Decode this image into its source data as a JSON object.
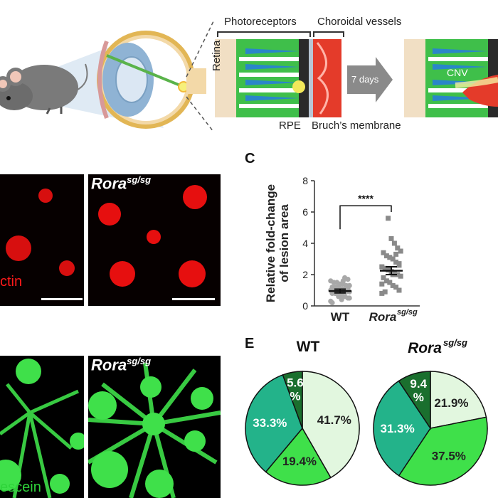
{
  "panel_a": {
    "labels": {
      "photoreceptors": "Photoreceptors",
      "choroidal_vessels": "Choroidal vessels",
      "retina": "Retina",
      "rpe": "RPE",
      "bruchs": "Bruch’s membrane",
      "arrow": "7 days",
      "cnv": "CNV"
    }
  },
  "panel_b": {
    "top_right_title_base": "Rora",
    "top_right_title_sup": "sg/sg",
    "stain_label": "ctin"
  },
  "panel_c": {
    "letter": "C",
    "chart_data": {
      "type": "scatter",
      "ylabel_line1": "Relative fold-change",
      "ylabel_line2": "of lesion area",
      "ylim": [
        0,
        8
      ],
      "yticks": [
        "0",
        "2",
        "4",
        "6",
        "8"
      ],
      "categories": [
        "WT",
        "Rora"
      ],
      "category2_sup": "sg/sg",
      "significance": "****",
      "series": [
        {
          "category": "WT",
          "mean": 0.95,
          "sem": 0.12,
          "values": [
            0.3,
            0.5,
            0.6,
            0.7,
            0.7,
            0.8,
            0.8,
            0.9,
            0.9,
            0.9,
            1.0,
            1.0,
            1.0,
            1.0,
            1.1,
            1.1,
            1.1,
            1.2,
            1.2,
            1.2,
            1.3,
            1.3,
            1.4,
            1.4,
            1.5,
            1.5,
            1.6,
            1.7,
            1.8,
            0.4,
            0.6,
            0.8,
            0.2,
            0.5,
            0.9,
            1.6
          ]
        },
        {
          "category": "Rora",
          "mean": 2.25,
          "sem": 0.25,
          "values": [
            0.8,
            1.0,
            1.2,
            1.3,
            1.5,
            1.6,
            1.8,
            1.9,
            2.0,
            2.1,
            2.2,
            2.3,
            2.4,
            2.5,
            2.6,
            2.8,
            3.0,
            3.1,
            3.2,
            3.4,
            3.5,
            3.7,
            4.0,
            4.3,
            5.6,
            0.9,
            1.4,
            2.7,
            3.3,
            2.0
          ]
        }
      ]
    }
  },
  "panel_d": {
    "top_right_title_base": "Rora",
    "top_right_title_sup": "sg/sg",
    "stain_label": "escein"
  },
  "panel_e": {
    "letter": "E",
    "chart_data": [
      {
        "type": "pie",
        "title": "WT",
        "slices": [
          {
            "value": 41.7,
            "label": "41.7%",
            "color": "#e2f7df"
          },
          {
            "value": 19.4,
            "label": "19.4%",
            "color": "#3fe04a"
          },
          {
            "value": 33.3,
            "label": "33.3%",
            "color": "#23b38a"
          },
          {
            "value": 5.6,
            "label_line1": "5.6",
            "label_line2": "%",
            "color": "#1a6f2e"
          }
        ]
      },
      {
        "type": "pie",
        "title_base": "Rora",
        "title_sup": "sg/sg",
        "slices": [
          {
            "value": 21.9,
            "label": "21.9%",
            "color": "#e2f7df"
          },
          {
            "value": 37.5,
            "label": "37.5%",
            "color": "#3fe04a"
          },
          {
            "value": 31.3,
            "label": "31.3%",
            "color": "#23b38a"
          },
          {
            "value": 9.4,
            "label_line1": "9.4",
            "label_line2": "%",
            "color": "#1a6f2e"
          }
        ]
      }
    ]
  }
}
